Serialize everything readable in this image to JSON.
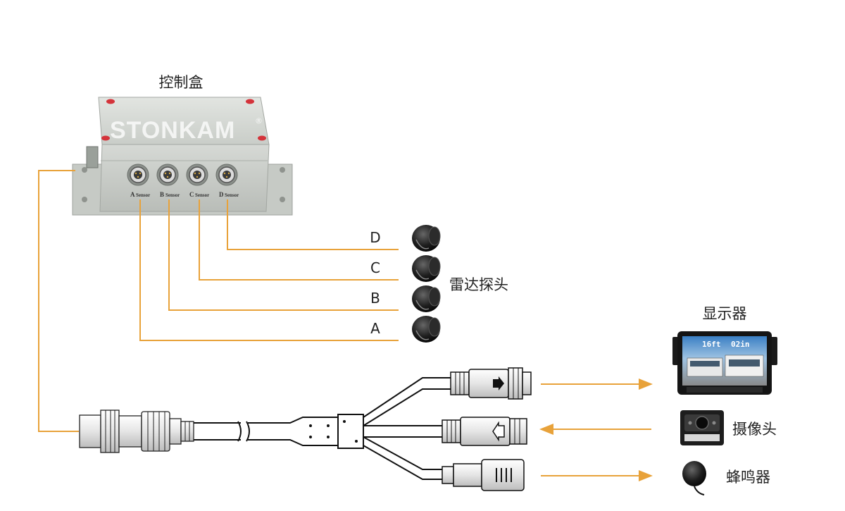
{
  "control_box": {
    "title": "控制盒",
    "brand": "STONKAM",
    "brand_mark": "®",
    "ports": [
      {
        "letter": "A",
        "word": "Sensor"
      },
      {
        "letter": "B",
        "word": "Sensor"
      },
      {
        "letter": "C",
        "word": "Sensor"
      },
      {
        "letter": "D",
        "word": "Sensor"
      }
    ]
  },
  "sensor_channels": [
    "D",
    "C",
    "B",
    "A"
  ],
  "radar_label": "雷达探头",
  "monitor": {
    "label": "显示器",
    "readout_left": "16ft",
    "readout_right": "02in"
  },
  "camera": {
    "label": "摄像头"
  },
  "buzzer": {
    "label": "蜂鸣器"
  },
  "colors": {
    "wire": "#e8a23a",
    "box_body": "#cfd3cf",
    "cable": "#111111"
  }
}
